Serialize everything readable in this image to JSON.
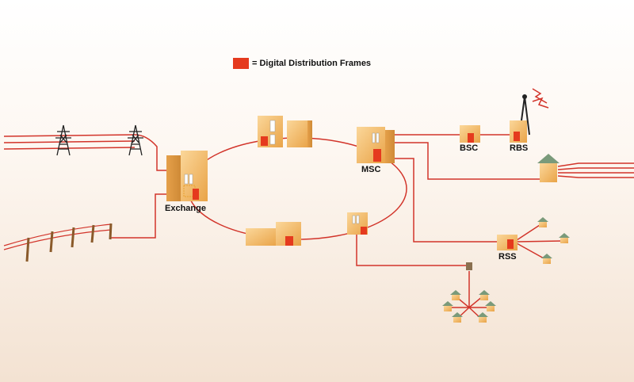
{
  "legend": {
    "label": "= Digital Distribution Frames",
    "swatch_color": "#e53a1e"
  },
  "nodes": {
    "exchange": "Exchange",
    "msc": "MSC",
    "bsc": "BSC",
    "rbs": "RBS",
    "rss": "RSS"
  },
  "colors": {
    "line": "#d2342a",
    "building": "#f0b35a",
    "ddf": "#e53a1e",
    "roof": "#7a9a7a"
  }
}
